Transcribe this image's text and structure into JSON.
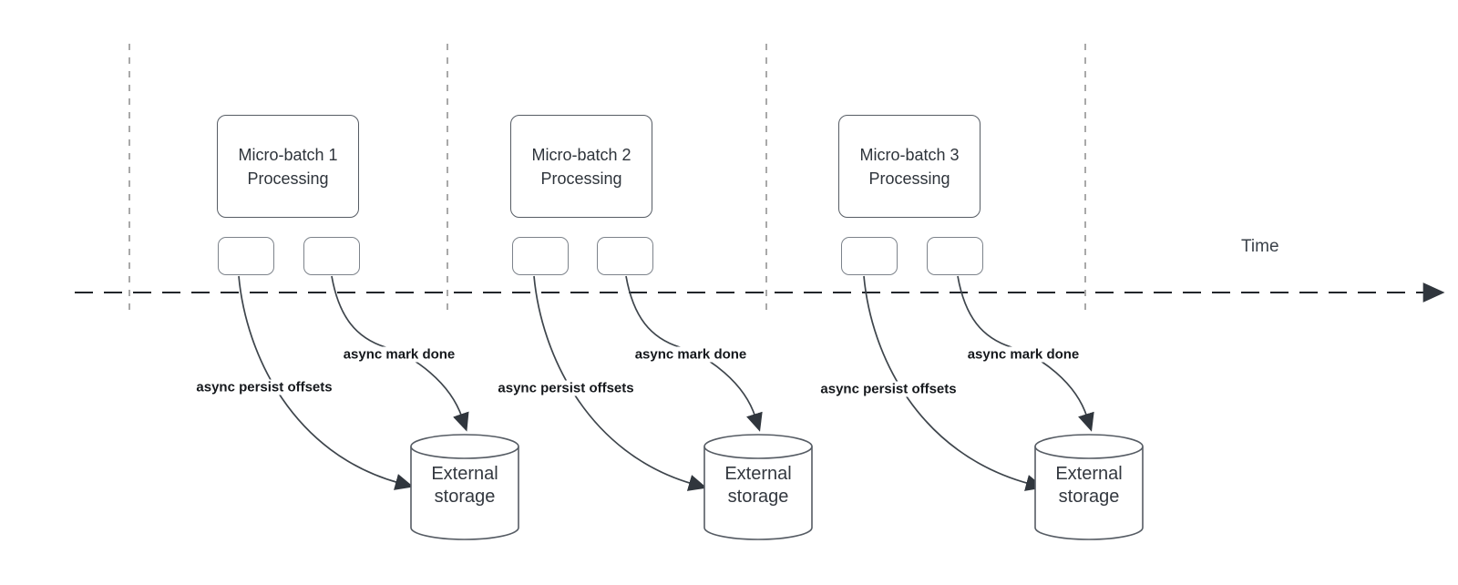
{
  "diagram": {
    "time_axis_label": "Time",
    "groups": [
      {
        "box_label": "Micro-batch 1\nProcessing",
        "persist_label": "async persist offsets",
        "mark_done_label": "async mark done",
        "storage_label": "External\nstorage"
      },
      {
        "box_label": "Micro-batch 2\nProcessing",
        "persist_label": "async persist offsets",
        "mark_done_label": "async mark done",
        "storage_label": "External\nstorage"
      },
      {
        "box_label": "Micro-batch 3\nProcessing",
        "persist_label": "async persist offsets",
        "mark_done_label": "async mark done",
        "storage_label": "External\nstorage"
      }
    ],
    "colors": {
      "curve_line": "#3e454c",
      "timeline": "#22262b",
      "gridline": "#a9a9a9",
      "box_border": "#565c64",
      "box_text": "#2e343b",
      "label_text": "#15181c"
    }
  }
}
